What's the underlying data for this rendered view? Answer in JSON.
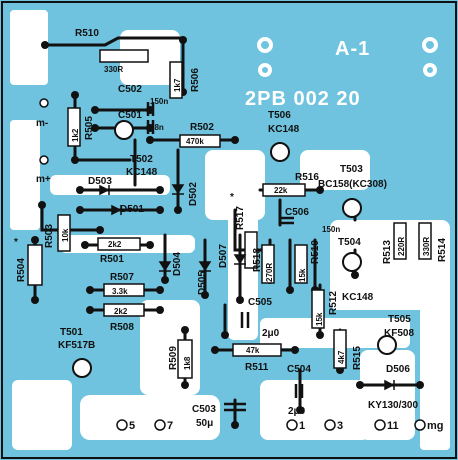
{
  "board": {
    "id": "A-1",
    "part_number": "2PB 002 20",
    "background": "#6fc3df",
    "copper": "#ffffff",
    "ink": "#111111"
  },
  "components": {
    "r510": {
      "ref": "R510",
      "value": "330R"
    },
    "r506": {
      "ref": "R506",
      "value": "1k7"
    },
    "c502": {
      "ref": "C502",
      "value": "150n"
    },
    "c501": {
      "ref": "C501",
      "value": "68n"
    },
    "r505": {
      "ref": "R505",
      "value": "1k2"
    },
    "r502": {
      "ref": "R502",
      "value": "470k"
    },
    "t502": {
      "ref": "T502",
      "value": "KC148"
    },
    "t506": {
      "ref": "T506",
      "value": "KC148"
    },
    "d502": {
      "ref": "D502"
    },
    "d503": {
      "ref": "D503"
    },
    "d501": {
      "ref": "D501"
    },
    "r503": {
      "ref": "R503",
      "value": "10k"
    },
    "r501": {
      "ref": "R501",
      "value": "2k2"
    },
    "r504": {
      "ref": "R504"
    },
    "d504": {
      "ref": "D504"
    },
    "d505": {
      "ref": "D505"
    },
    "d507": {
      "ref": "D507"
    },
    "r507": {
      "ref": "R507",
      "value": "3.3k"
    },
    "r508": {
      "ref": "R508",
      "value": "2k2"
    },
    "r509": {
      "ref": "R509",
      "value": "1k8"
    },
    "r516": {
      "ref": "R516",
      "value": "22k"
    },
    "r517": {
      "ref": "R517"
    },
    "r518": {
      "ref": "R518",
      "value": "270R"
    },
    "r519": {
      "ref": "R519",
      "value": "15k"
    },
    "r512": {
      "ref": "R512",
      "value": "15k"
    },
    "r511": {
      "ref": "R511",
      "value": "47k"
    },
    "r513": {
      "ref": "R513",
      "value": "220R"
    },
    "r514": {
      "ref": "R514",
      "value": "330R"
    },
    "r515": {
      "ref": "R515",
      "value": "4k7"
    },
    "c506": {
      "ref": "C506",
      "value": "150n"
    },
    "c505": {
      "ref": "C505",
      "value": "2μ0"
    },
    "c504": {
      "ref": "C504",
      "value": "2μ0"
    },
    "c503": {
      "ref": "C503",
      "value": "50μ"
    },
    "t503": {
      "ref": "T503",
      "value": "BC158(KC308)"
    },
    "t504": {
      "ref": "T504",
      "value": "KC148"
    },
    "t505": {
      "ref": "T505",
      "value": "KF508"
    },
    "t501": {
      "ref": "T501",
      "value": "KF517B"
    },
    "d506": {
      "ref": "D506",
      "value": "KY130/300"
    }
  },
  "terminals": {
    "m_minus": "m-",
    "m_plus": "m+",
    "p1": "1",
    "p3": "3",
    "p5": "5",
    "p7": "7",
    "p11": "11",
    "mg": "mg"
  },
  "markers": {
    "star_r504": "*",
    "star_r517": "*"
  }
}
